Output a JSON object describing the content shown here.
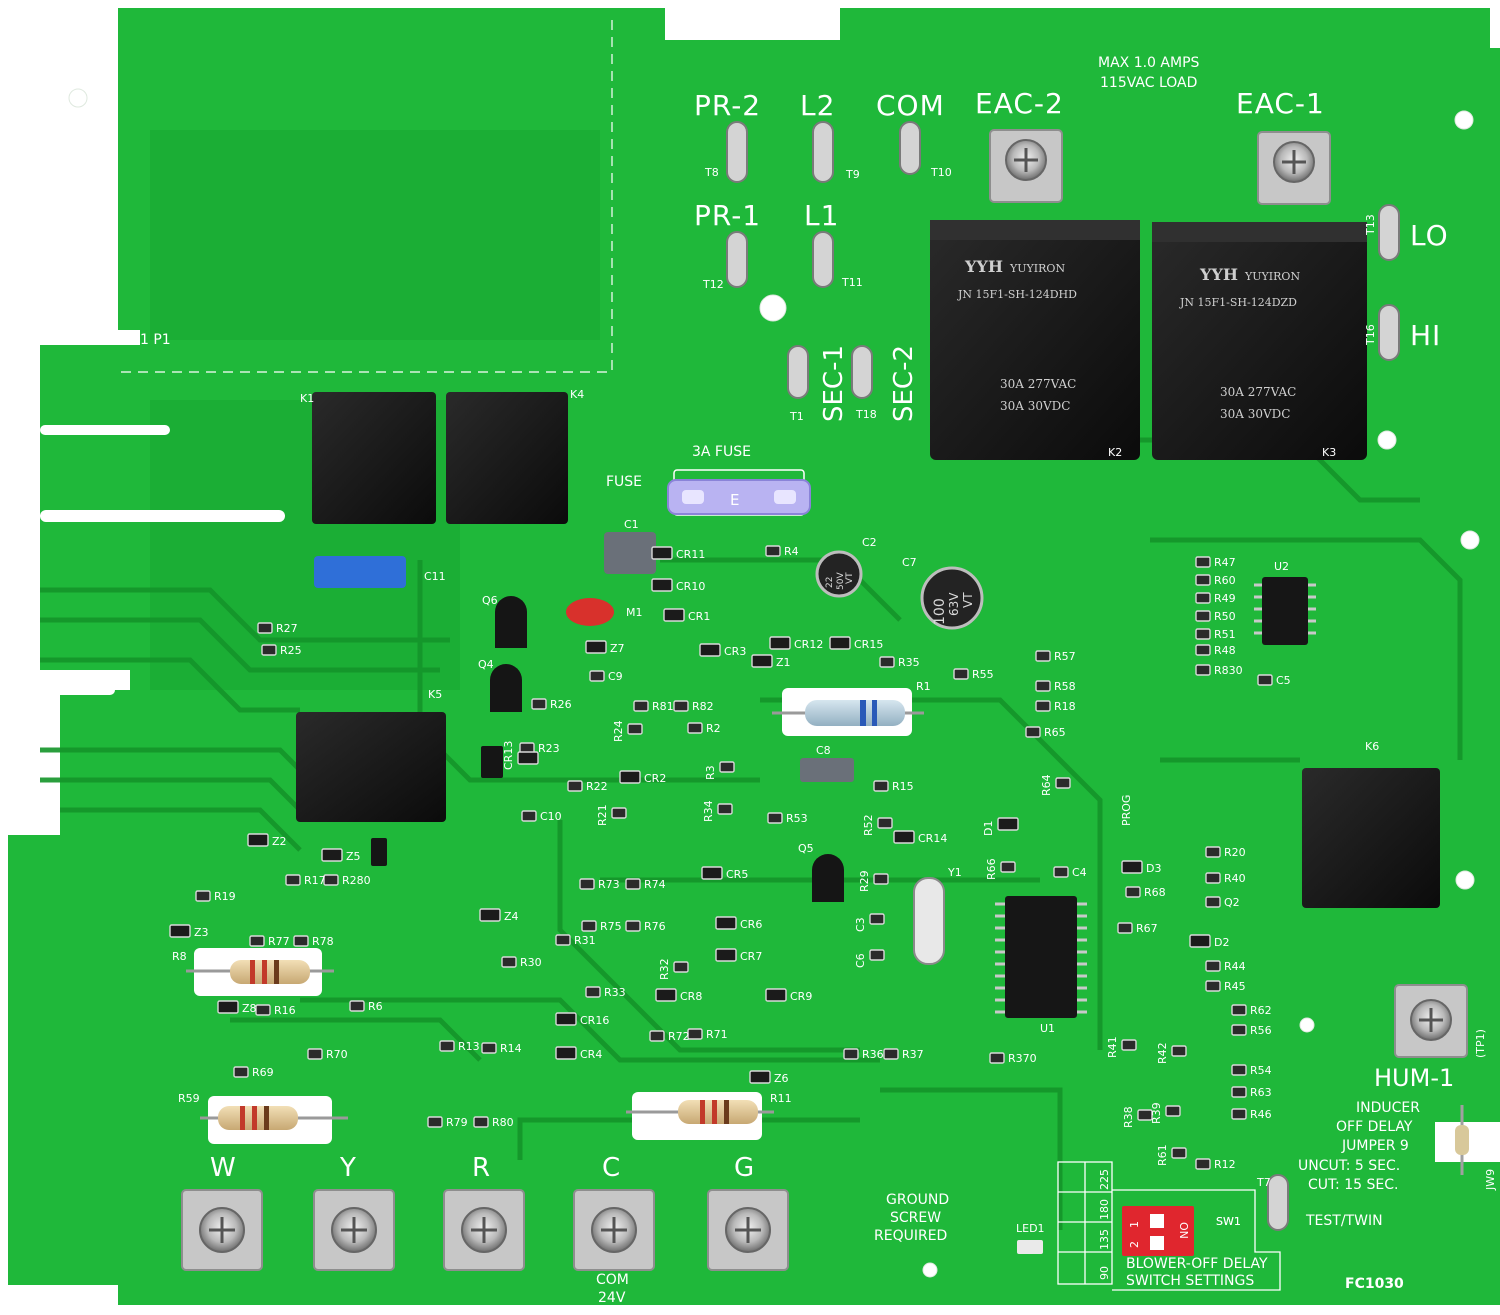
{
  "board": {
    "colors": {
      "pcb": "#1fb83a",
      "pcb_dark": "#14992c",
      "trace": "#169a2d",
      "silk": "#ffffff",
      "relay": "#151515",
      "fuse": "#b9b3f2",
      "switch": "#e0262e"
    },
    "top_terminal_labels": [
      {
        "id": "pr2",
        "text": "PR-2"
      },
      {
        "id": "l2",
        "text": "L2"
      },
      {
        "id": "com",
        "text": "COM"
      },
      {
        "id": "eac2",
        "text": "EAC-2"
      },
      {
        "id": "eac1",
        "text": "EAC-1"
      },
      {
        "id": "pr1",
        "text": "PR-1"
      },
      {
        "id": "l1",
        "text": "L1"
      },
      {
        "id": "sec1",
        "text": "SEC-1"
      },
      {
        "id": "sec2",
        "text": "SEC-2"
      },
      {
        "id": "lo",
        "text": "LO"
      },
      {
        "id": "hi",
        "text": "HI"
      }
    ],
    "max_load_note": [
      "MAX 1.0 AMPS",
      "115VAC LOAD"
    ],
    "pin_refs": [
      "T8",
      "T9",
      "T10",
      "T12",
      "T11",
      "T1",
      "T18",
      "T16",
      "T7",
      "T13"
    ],
    "fuse": {
      "heading": "3A FUSE",
      "side_label": "FUSE",
      "mark": "E"
    },
    "big_relays": [
      {
        "id": "k2",
        "brand": "YYH",
        "maker": "YUYIRON",
        "model": "JN 15F1-SH-124DHD",
        "rating1": "30A  277VAC",
        "rating2": "30A   30VDC",
        "ref": "K2"
      },
      {
        "id": "k3",
        "brand": "YYH",
        "maker": "YUYIRON",
        "model": "JN 15F1-SH-124DZD",
        "rating1": "30A  277VAC",
        "rating2": "30A   30VDC",
        "ref": "K3"
      }
    ],
    "small_relay_refs": [
      "K1",
      "K4",
      "K5",
      "K6"
    ],
    "capacitors": {
      "c2": [
        "22",
        "50V",
        "VT"
      ],
      "c7": [
        "100",
        "63V",
        "VT"
      ]
    },
    "connector_p1": "1  P1",
    "component_refs": [
      "C1",
      "C2",
      "C7",
      "CR11",
      "CR10",
      "CR1",
      "R4",
      "CR12",
      "CR15",
      "Z1",
      "R35",
      "M1",
      "Q6",
      "Q4",
      "Z7",
      "C9",
      "CR3",
      "R27",
      "R25",
      "C11",
      "R26",
      "R24",
      "R81",
      "R82",
      "R2",
      "R1",
      "R23",
      "CR13",
      "R22",
      "CR2",
      "R3",
      "C8",
      "R15",
      "C10",
      "R21",
      "R34",
      "R53",
      "R52",
      "CR14",
      "Z2",
      "Z5",
      "R19",
      "R17",
      "R280",
      "Z3",
      "R77",
      "R78",
      "R8",
      "Z8",
      "R16",
      "R6",
      "R73",
      "R74",
      "R75",
      "R76",
      "R31",
      "R30",
      "Z4",
      "R33",
      "R32",
      "CR5",
      "CR6",
      "CR7",
      "CR8",
      "CR9",
      "Q5",
      "R29",
      "C3",
      "C6",
      "Y1",
      "R66",
      "C4",
      "U1",
      "R36",
      "R37",
      "R370",
      "R55",
      "R57",
      "R58",
      "R18",
      "R65",
      "R64",
      "PROG",
      "D1",
      "D3",
      "R68",
      "R67",
      "D2",
      "R47",
      "R60",
      "R49",
      "R50",
      "R51",
      "R48",
      "R830",
      "U2",
      "C5",
      "R20",
      "R40",
      "Q2",
      "R44",
      "R45",
      "R62",
      "R56",
      "R54",
      "R63",
      "R46",
      "R41",
      "R42",
      "R38",
      "R39",
      "R61",
      "R12",
      "R13",
      "R14",
      "CR16",
      "CR4",
      "R70",
      "R69",
      "R59",
      "R79",
      "R80",
      "R72",
      "R71",
      "Z6",
      "R11",
      "LED1",
      "SW1",
      "JW9"
    ],
    "bottom_terminals": [
      {
        "id": "w",
        "label": "W"
      },
      {
        "id": "y",
        "label": "Y"
      },
      {
        "id": "r",
        "label": "R"
      },
      {
        "id": "c",
        "label": "C"
      },
      {
        "id": "g",
        "label": "G"
      }
    ],
    "com_note": [
      "COM",
      "24V"
    ],
    "ground_note": [
      "GROUND",
      "SCREW",
      "REQUIRED"
    ],
    "hum_label": "HUM-1",
    "tp1_label": "(TP1)",
    "inducer_note": [
      "INDUCER",
      "OFF DELAY",
      "JUMPER 9",
      "UNCUT: 5 SEC.",
      "CUT: 15 SEC."
    ],
    "test_twin": "TEST/TWIN",
    "delay_table": {
      "rows": [
        "225",
        "180",
        "135",
        "90"
      ],
      "caption": [
        "BLOWER-OFF DELAY",
        "SWITCH SETTINGS"
      ],
      "switch_ref": "SW1",
      "switch_marks": [
        "1",
        "2"
      ],
      "switch_on": "ON"
    },
    "board_id": "FC1030"
  }
}
